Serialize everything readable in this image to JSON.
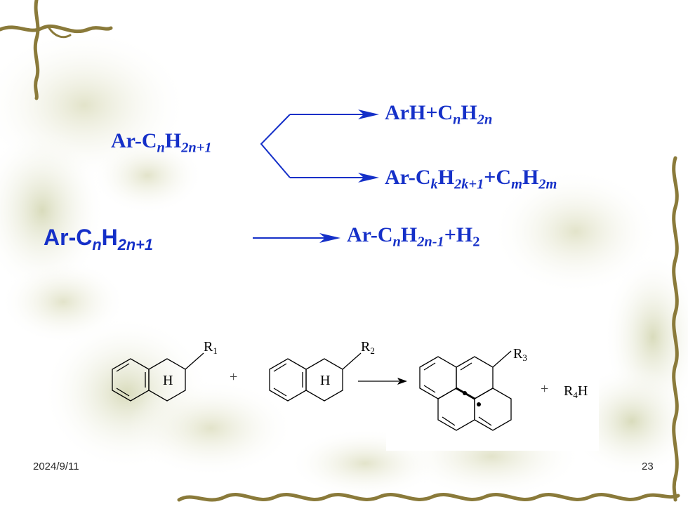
{
  "reactions": {
    "r1_reactant": {
      "a": "Ar-C",
      "b": "n",
      "c": "H",
      "d": "2n+1"
    },
    "r1_product_1": {
      "a": "ArH+C",
      "b": "n",
      "c": "H",
      "d": "2n"
    },
    "r1_product_2": {
      "a": "Ar-C",
      "b": "k",
      "c": "H",
      "d": "2k+1",
      "e": "+C",
      "f": "m",
      "g": "H",
      "h": "2m"
    },
    "r2_reactant": {
      "a": "Ar-C",
      "b": "n",
      "c": "H",
      "d": "2n+1"
    },
    "r2_product": {
      "a": "Ar-C",
      "b": "n",
      "c": "H",
      "d": "2n-1",
      "e": "+H",
      "f": "2"
    }
  },
  "scheme": {
    "r1": "R",
    "r1_sub": "1",
    "r2": "R",
    "r2_sub": "2",
    "r3": "R",
    "r3_sub": "3",
    "r4h_a": "R",
    "r4h_sub": "4",
    "r4h_b": "H",
    "h_label_1": "H",
    "h_label_2": "H",
    "plus_1": "+",
    "plus_2": "+"
  },
  "footer": {
    "date": "2024/9/11",
    "page": "23"
  },
  "colors": {
    "reaction_text": "#1530c8",
    "arrow": "#1530c8",
    "vine": "#8a7a3a"
  }
}
